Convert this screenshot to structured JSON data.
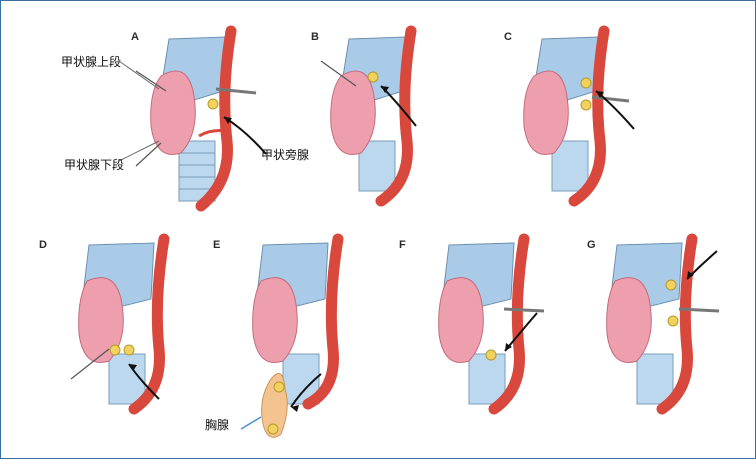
{
  "panels": [
    {
      "letter": "A"
    },
    {
      "letter": "B"
    },
    {
      "letter": "C"
    },
    {
      "letter": "D"
    },
    {
      "letter": "E"
    },
    {
      "letter": "F"
    },
    {
      "letter": "G"
    }
  ],
  "labels": {
    "upper_pole": "甲状腺上段",
    "lower_pole": "甲状腺下段",
    "parathyroid": "甲状旁腺",
    "thymus": "胸腺"
  },
  "colors": {
    "cartilage": "#a9cbe8",
    "trachea": "#bcd8ee",
    "thyroid": "#ee9fae",
    "artery": "#d9483d",
    "gland": "#f1d25e",
    "thymus": "#f4c48e",
    "arrow_blue": "#4a90d9"
  }
}
